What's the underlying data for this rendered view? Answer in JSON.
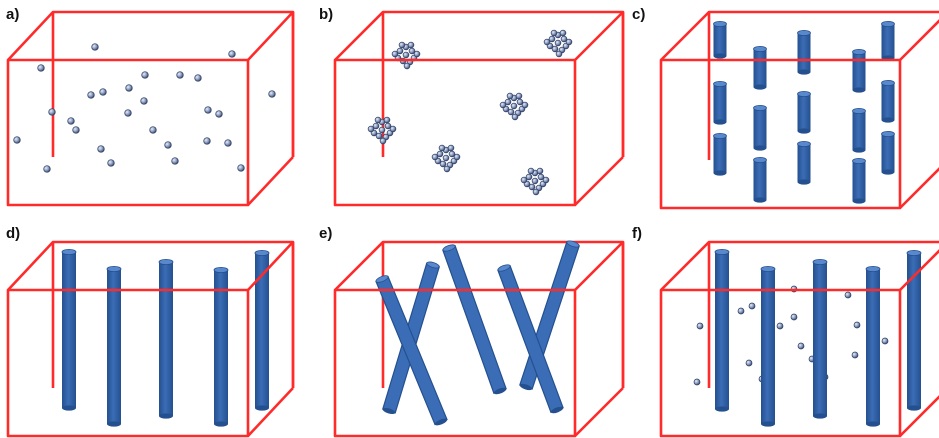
{
  "colors": {
    "box": "#ff2b2b",
    "cylinder": "#3b6db6",
    "cylinder_dark": "#24508f",
    "particle": "#2f3f66",
    "particle_highlight": "#e8eef7"
  },
  "panels": [
    {
      "label": "a)",
      "kind": "dispersed-particles"
    },
    {
      "label": "b)",
      "kind": "particle-clusters"
    },
    {
      "label": "c)",
      "kind": "short-cylinders"
    },
    {
      "label": "d)",
      "kind": "aligned-long-cylinders"
    },
    {
      "label": "e)",
      "kind": "crossed-tilted-cylinders"
    },
    {
      "label": "f)",
      "kind": "cylinders-with-particles"
    }
  ]
}
